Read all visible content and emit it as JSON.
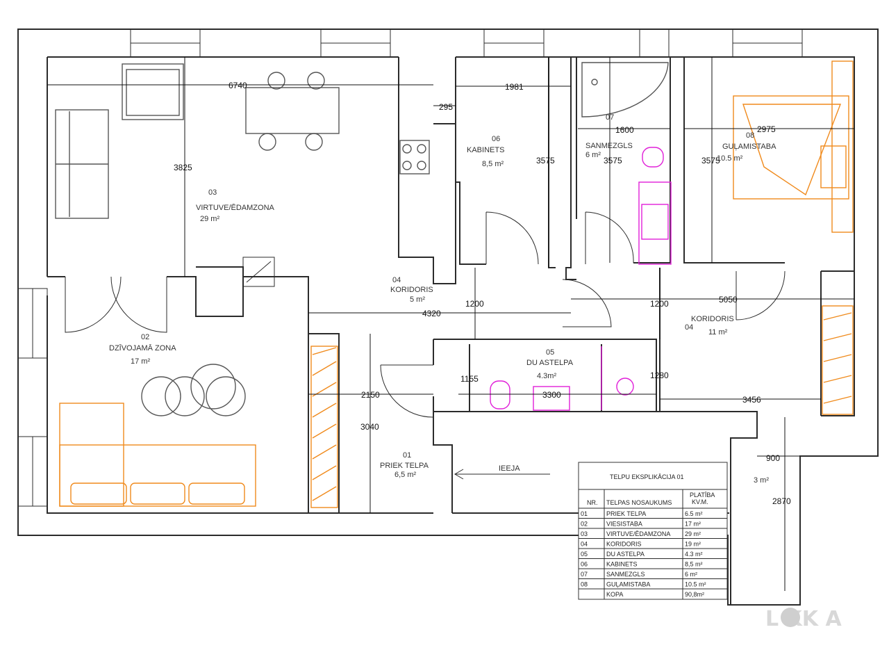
{
  "rooms": [
    {
      "nr": "02",
      "name": "DZĪVOJAMĀ ZONA",
      "area": "17 m²"
    },
    {
      "nr": "03",
      "name": "VIRTUVE/ĒDAMZONA",
      "area": "29 m²"
    },
    {
      "nr": "04",
      "name": "KORIDORIS",
      "area": "5 m²"
    },
    {
      "nr": "04",
      "name": "KORIDORIS",
      "area": "11 m²"
    },
    {
      "nr": "05",
      "name": "DU   ASTELPA",
      "area": "4.3m²"
    },
    {
      "nr": "06",
      "name": "KABINETS",
      "area": "8,5 m²"
    },
    {
      "nr": "07",
      "name": "SANMEZGLS",
      "area": "6 m²"
    },
    {
      "nr": "08",
      "name": "GUĻAMISTABA",
      "area": "10.5 m²"
    },
    {
      "nr": "01",
      "name": "PRIEK   TELPA",
      "area": "6,5 m²"
    }
  ],
  "extra_area": "3 m²",
  "dimensions": [
    "6740",
    "3825",
    "1981",
    "295",
    "3575",
    "1600",
    "3575",
    "2975",
    "3575",
    "4320",
    "1200",
    "1200",
    "5050",
    "2150",
    "3040",
    "1155",
    "3300",
    "1280",
    "3456",
    "900",
    "2870"
  ],
  "entrance_label": "IEEJA",
  "table": {
    "title": "TELPU EKSPLIKĀCIJA 01",
    "headers": {
      "nr": "NR.",
      "name": "TELPAS NOSAUKUMS",
      "area": "PLATĪBA\nKV.M."
    },
    "rows": [
      {
        "nr": "01",
        "name": "PRIEK   TELPA",
        "area": "6.5 m²"
      },
      {
        "nr": "02",
        "name": "VIESISTABA",
        "area": "17 m²"
      },
      {
        "nr": "03",
        "name": "VIRTUVE/ĒDAMZONA",
        "area": "29 m²"
      },
      {
        "nr": "04",
        "name": "KORIDORIS",
        "area": "19 m²"
      },
      {
        "nr": "05",
        "name": "DU   ASTELPA",
        "area": "4.3 m²"
      },
      {
        "nr": "06",
        "name": "KABINETS",
        "area": "8,5 m²"
      },
      {
        "nr": "07",
        "name": "SANMEZGLS",
        "area": "6 m²"
      },
      {
        "nr": "08",
        "name": "GUĻAMISTABA",
        "area": "10.5 m²"
      }
    ],
    "total_label": "KOPA",
    "total_area": "90,8m²"
  },
  "logo": "L    KK A"
}
